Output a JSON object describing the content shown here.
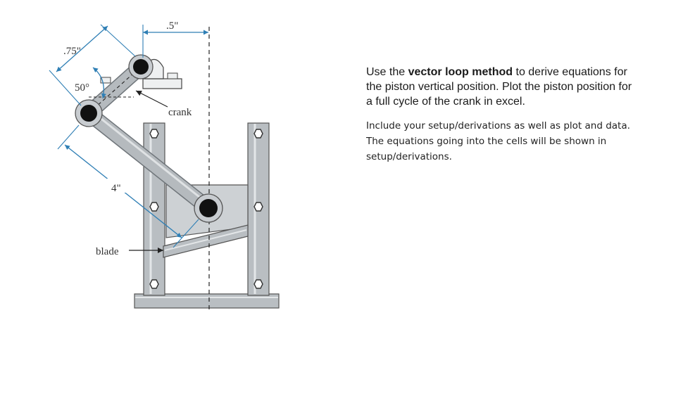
{
  "figure": {
    "labels": {
      "offset": ".5\"",
      "radius": ".75\"",
      "angle": "50°",
      "rod_length": "4\"",
      "crank": "crank",
      "blade": "blade"
    }
  },
  "instructions": {
    "p1_pre": "Use the ",
    "p1_bold": "vector loop method",
    "p1_post": " to derive equations for the piston vertical position. Plot the piston position for a full cycle of the crank in excel.",
    "p2": "Include your setup/derivations as well as plot and data. The equations going into the cells will be shown in setup/derivations."
  },
  "colors": {
    "dimension": "#2f7fb5",
    "link": "#a9aeb3",
    "link_edge": "#6f757a",
    "pin": "#111111",
    "plate": "#cdd1d4"
  }
}
